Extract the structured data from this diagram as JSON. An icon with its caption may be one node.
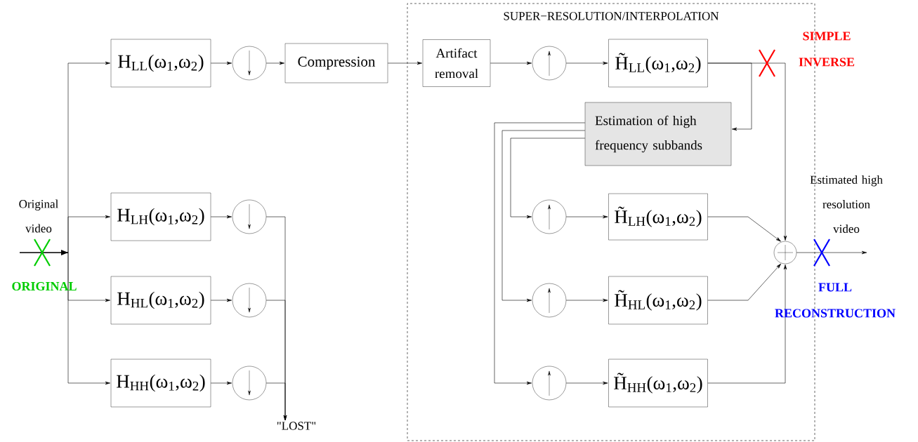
{
  "diagram": {
    "nodes": [
      {
        "text": [
          "SUPER−RESOLUTION/INTERPOLATION"
        ]
      },
      {
        "text": [
          "H$_{LL}$(ω$_{1}$,ω$_{2}$)"
        ]
      },
      {
        "text": [],
        "shape": "circle"
      },
      {
        "text": [
          "Compression"
        ]
      },
      {
        "text": [
          "H$_{LH}$(ω$_{1}$,ω$_{2}$)"
        ]
      },
      {
        "text": [],
        "shape": "circle"
      },
      {
        "text": [
          "H$_{HL}$(ω$_{1}$,ω$_{2}$)"
        ]
      },
      {
        "text": [],
        "shape": "circle"
      },
      {
        "text": [
          "H$_{HH}$(ω$_{1}$,ω$_{2}$)"
        ]
      },
      {
        "text": [],
        "shape": "circle"
      },
      {
        "text": [
          "\"LOST\""
        ]
      },
      {
        "text": [
          "Artifact removal"
        ],
        "in": 0
      },
      {
        "text": [],
        "shape": "circle",
        "in": 0
      },
      {
        "text": [
          "H̃$_{LL}$(ω$_{1}$,ω$_{2}$)"
        ],
        "in": 0
      },
      {
        "text": [
          "Estimation of high frequency subbands"
        ],
        "in": 0
      },
      {
        "text": [],
        "shape": "circle",
        "in": 0
      },
      {
        "text": [
          "H̃$_{LH}$(ω$_{1}$,ω$_{2}$)"
        ],
        "in": 0
      },
      {
        "text": [],
        "shape": "circle",
        "in": 0
      },
      {
        "text": [
          "H̃$_{HL}$(ω$_{1}$,ω$_{2}$)"
        ],
        "in": 0
      },
      {
        "text": [],
        "shape": "circle",
        "in": 0
      },
      {
        "text": [
          "H̃$_{HH}$(ω$_{1}$,ω$_{2}$)"
        ],
        "in": 0
      },
      {
        "text": [],
        "shape": "circle",
        "in": 0
      }
    ],
    "edges": [
      {
        "from": null,
        "to": 1,
        "arrow": "to"
      },
      {
        "from": null,
        "to": 4,
        "arrow": "to"
      },
      {
        "from": null,
        "to": 6,
        "arrow": "to"
      },
      {
        "from": null,
        "to": 8,
        "arrow": "to"
      },
      {
        "from": 1,
        "to": 2,
        "arrow": "to"
      },
      {
        "from": 2,
        "to": 3,
        "arrow": "to"
      },
      {
        "from": 3,
        "to": 11,
        "arrow": "to"
      },
      {
        "from": 4,
        "to": 5,
        "arrow": "to"
      },
      {
        "from": 6,
        "to": 7,
        "arrow": "to"
      },
      {
        "from": 8,
        "to": 9,
        "arrow": "to"
      },
      {
        "from": 5,
        "to": 10,
        "arrow": "to"
      },
      {
        "from": 7,
        "to": 10,
        "arrow": "to"
      },
      {
        "from": 9,
        "to": 10,
        "arrow": "to"
      },
      {
        "from": 11,
        "to": 12,
        "arrow": "to"
      },
      {
        "from": 12,
        "to": 13,
        "arrow": "to"
      },
      {
        "from": 13,
        "to": 21,
        "arrow": "to"
      },
      {
        "from": 13,
        "to": 14,
        "arrow": "to"
      },
      {
        "from": 14,
        "to": 19,
        "arrow": "to"
      },
      {
        "from": 14,
        "to": 17,
        "arrow": "to"
      },
      {
        "from": 14,
        "to": 15,
        "arrow": "to"
      },
      {
        "from": 15,
        "to": 16,
        "arrow": "to"
      },
      {
        "from": 17,
        "to": 18,
        "arrow": "to"
      },
      {
        "from": 19,
        "to": 20,
        "arrow": "to"
      },
      {
        "from": 16,
        "to": 21,
        "arrow": "to"
      },
      {
        "from": 18,
        "to": 21,
        "arrow": "to"
      },
      {
        "from": 20,
        "to": 21,
        "arrow": "to"
      },
      {
        "from": 21,
        "to": null,
        "arrow": "to"
      }
    ],
    "labels": [
      "SIMPLE INVERSE",
      "Original video",
      "ORIGINAL",
      "Estimated high resolution video",
      "FULL RECONSTRUCTION"
    ]
  }
}
